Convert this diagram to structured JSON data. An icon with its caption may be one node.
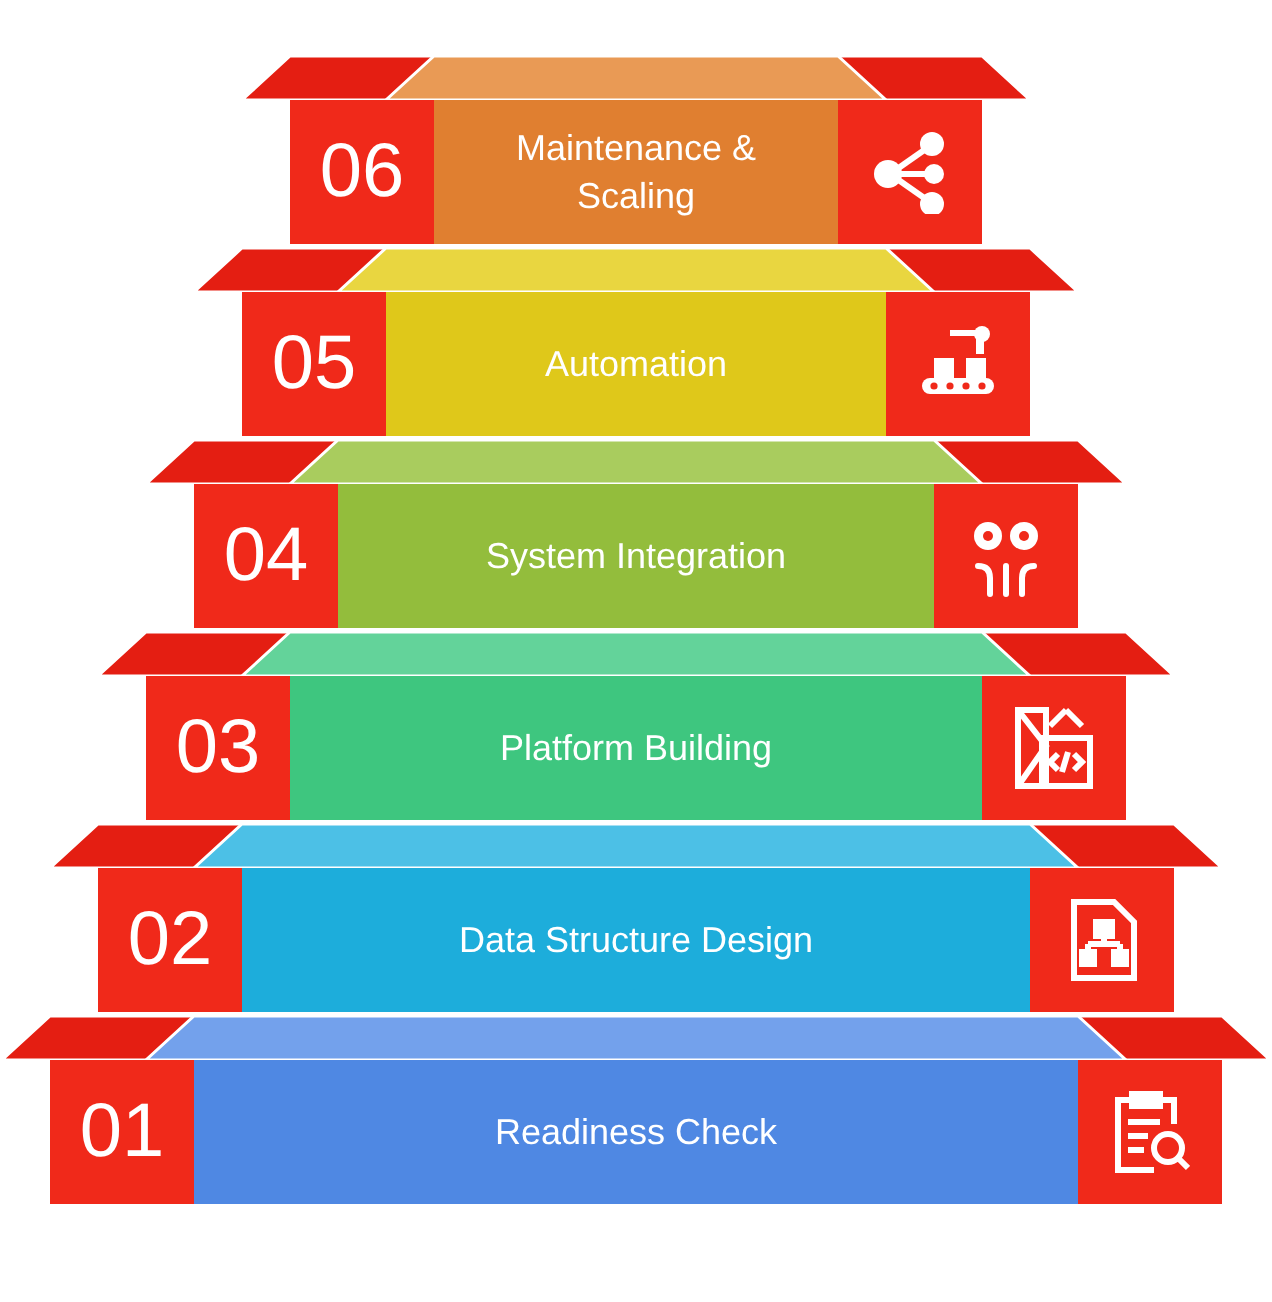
{
  "diagram": {
    "nodes": [
      {
        "text": [
          "06"
        ]
      },
      {
        "text": [
          "Maintenance & Scaling"
        ]
      },
      {
        "text": [],
        "shape": "box"
      },
      {
        "text": [
          "05"
        ]
      },
      {
        "text": [
          "Automation"
        ]
      },
      {
        "text": [],
        "shape": "box"
      },
      {
        "text": [
          "04"
        ]
      },
      {
        "text": [
          "System Integration"
        ]
      },
      {
        "text": [],
        "shape": "box"
      },
      {
        "text": [
          "03"
        ]
      },
      {
        "text": [
          "Platform Building"
        ]
      },
      {
        "text": [],
        "shape": "box"
      },
      {
        "text": [
          "02"
        ]
      },
      {
        "text": [
          "Data Structure Design"
        ]
      },
      {
        "text": [],
        "shape": "box"
      },
      {
        "text": [
          "01"
        ]
      },
      {
        "text": [
          "Readiness Check"
        ]
      },
      {
        "text": [],
        "shape": "box"
      }
    ]
  }
}
